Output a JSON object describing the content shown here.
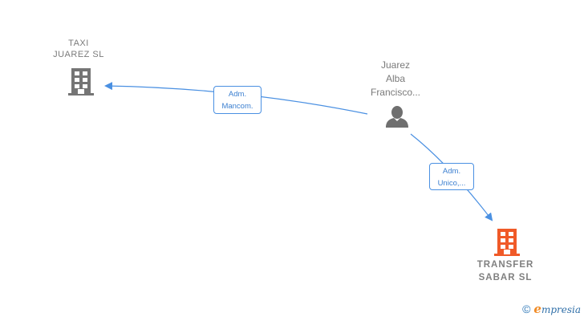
{
  "nodes": {
    "taxi_juarez": {
      "line1": "TAXI",
      "line2": "JUAREZ  SL",
      "icon": "building-icon",
      "color": "#757575"
    },
    "person": {
      "line1": "Juarez",
      "line2": "Alba",
      "line3": "Francisco...",
      "icon": "person-icon",
      "color": "#6f6f6f"
    },
    "transfer_sabar": {
      "line1": "TRANSFER",
      "line2": "SABAR  SL",
      "icon": "building-icon",
      "color": "#f05a28"
    }
  },
  "edges": [
    {
      "from": "person",
      "to": "taxi_juarez",
      "label_line1": "Adm.",
      "label_line2": "Mancom."
    },
    {
      "from": "person",
      "to": "transfer_sabar",
      "label_line1": "Adm.",
      "label_line2": "Unico,..."
    }
  ],
  "colors": {
    "edge": "#4a90e2"
  },
  "footer": {
    "copyright": "©",
    "brand_initial": "e",
    "brand_rest": "mpresia"
  }
}
